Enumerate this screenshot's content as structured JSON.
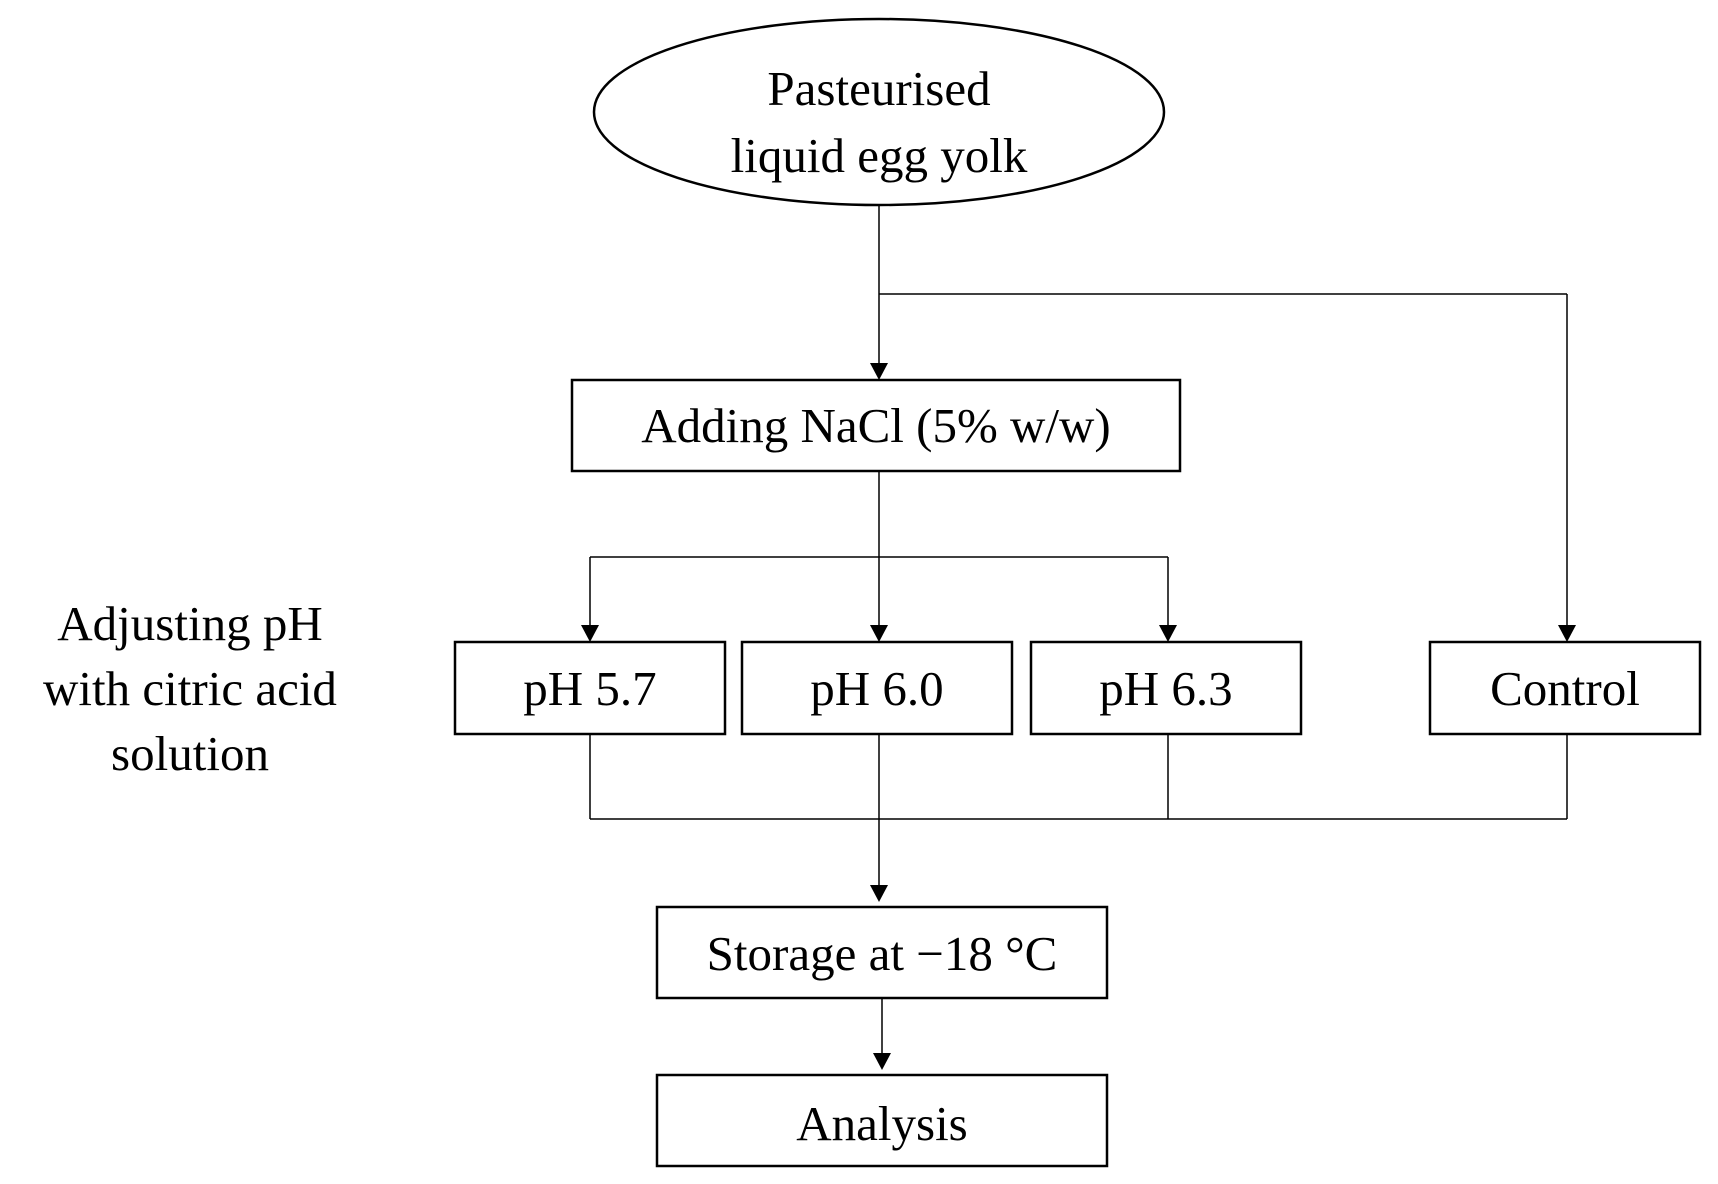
{
  "nodes": {
    "start": {
      "lines": [
        "Pasteurised",
        "liquid egg yolk"
      ]
    },
    "salt": {
      "label": "Adding NaCl (5% w/w)"
    },
    "ph_57": {
      "label": "pH 5.7"
    },
    "ph_60": {
      "label": "pH 6.0"
    },
    "ph_63": {
      "label": "pH 6.3"
    },
    "control": {
      "label": "Control"
    },
    "storage": {
      "label": "Storage at −18 °C"
    },
    "analysis": {
      "label": "Analysis"
    }
  },
  "side_note": {
    "lines": [
      "Adjusting pH",
      "with citric acid",
      "solution"
    ]
  }
}
